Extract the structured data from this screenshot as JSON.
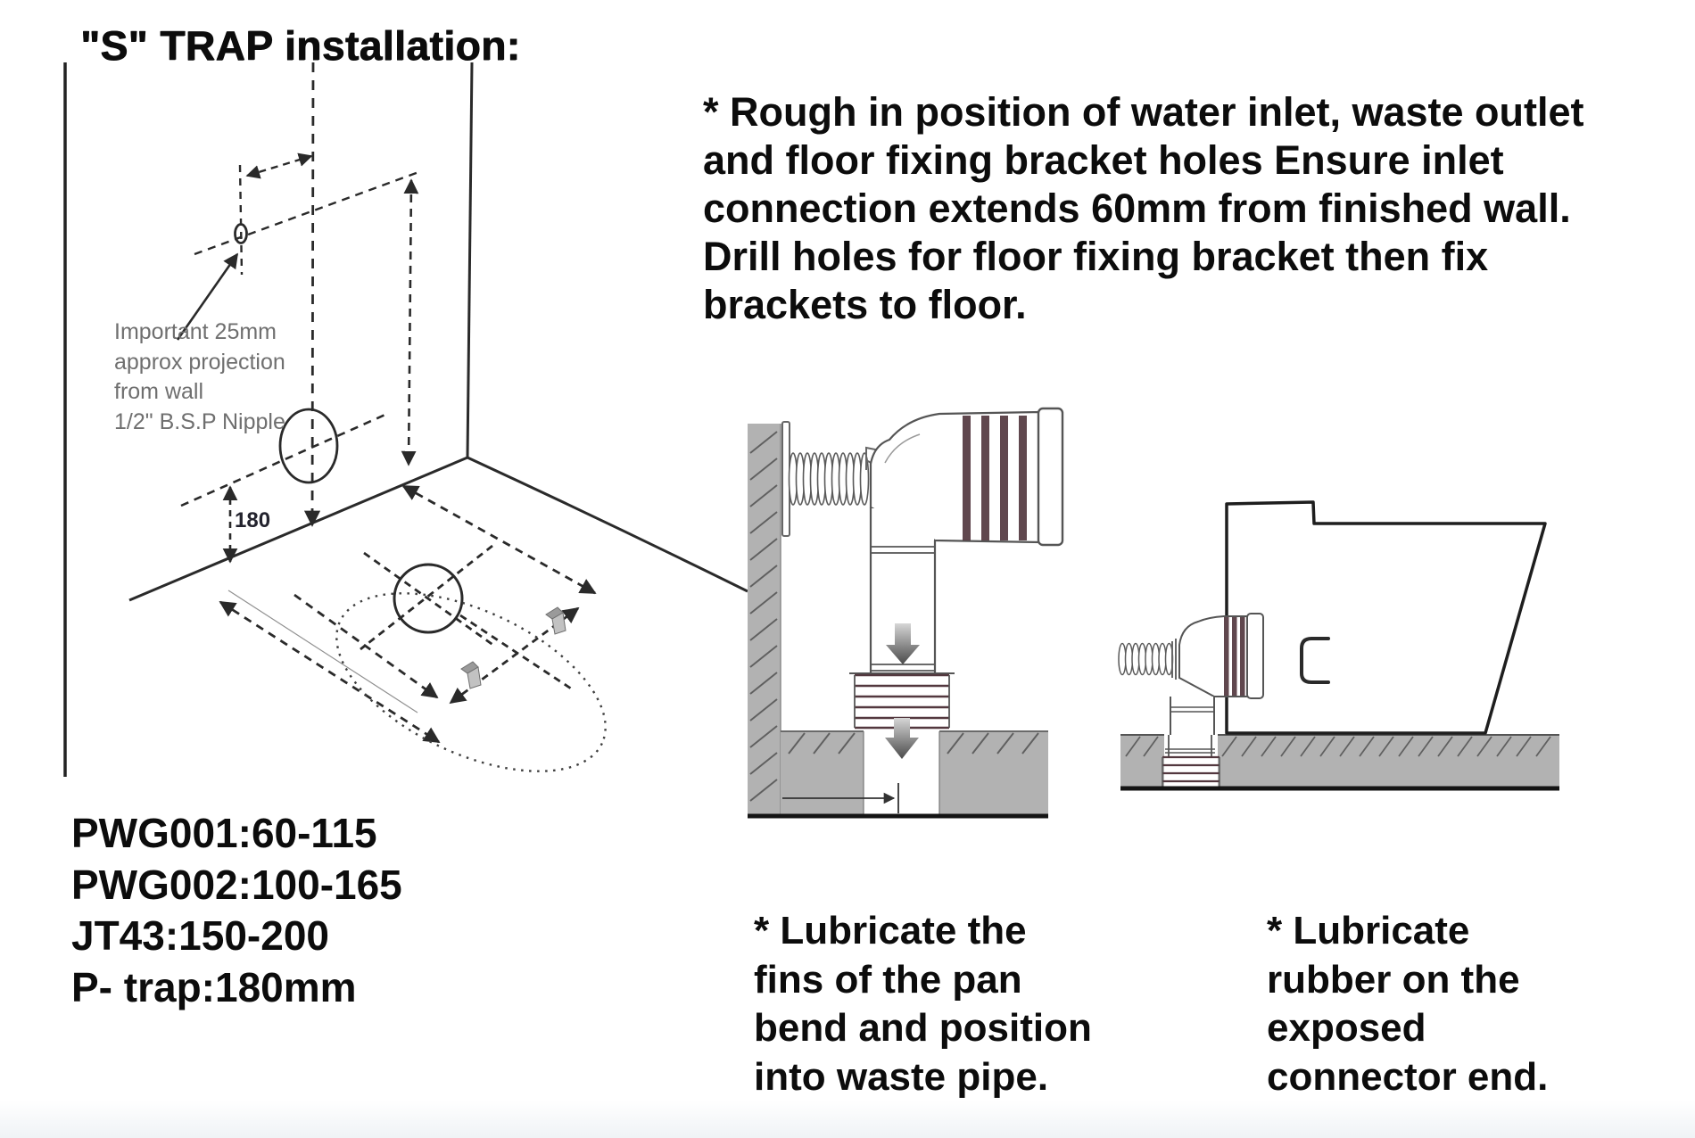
{
  "title": "\"S\" TRAP installation:",
  "intro": {
    "lines": [
      "* Rough in position of water inlet, waste outlet",
      "and floor fixing bracket holes Ensure inlet",
      "connection extends 60mm from finished wall.",
      "Drill holes for floor fixing bracket then fix",
      "brackets to floor."
    ]
  },
  "left_diagram": {
    "annotation_lines": [
      "Important 25mm",
      "approx projection",
      "from wall",
      "1/2\" B.S.P Nipple"
    ],
    "dimension_label": "180"
  },
  "models": {
    "lines": [
      "PWG001:60-115",
      "PWG002:100-165",
      "JT43:150-200",
      "P- trap:180mm"
    ]
  },
  "caption_pan_bend": {
    "lines": [
      "* Lubricate the",
      "fins of the pan",
      "bend and position",
      "into waste pipe."
    ]
  },
  "caption_connector": {
    "lines": [
      "* Lubricate",
      "rubber on the",
      "exposed",
      "connector end."
    ]
  },
  "colors": {
    "wall-gray": "#b2b2b2",
    "fin": "#53383f",
    "line": "#2a2a2a",
    "annotation": "#6f6f6f",
    "text": "#0c0c0c"
  }
}
